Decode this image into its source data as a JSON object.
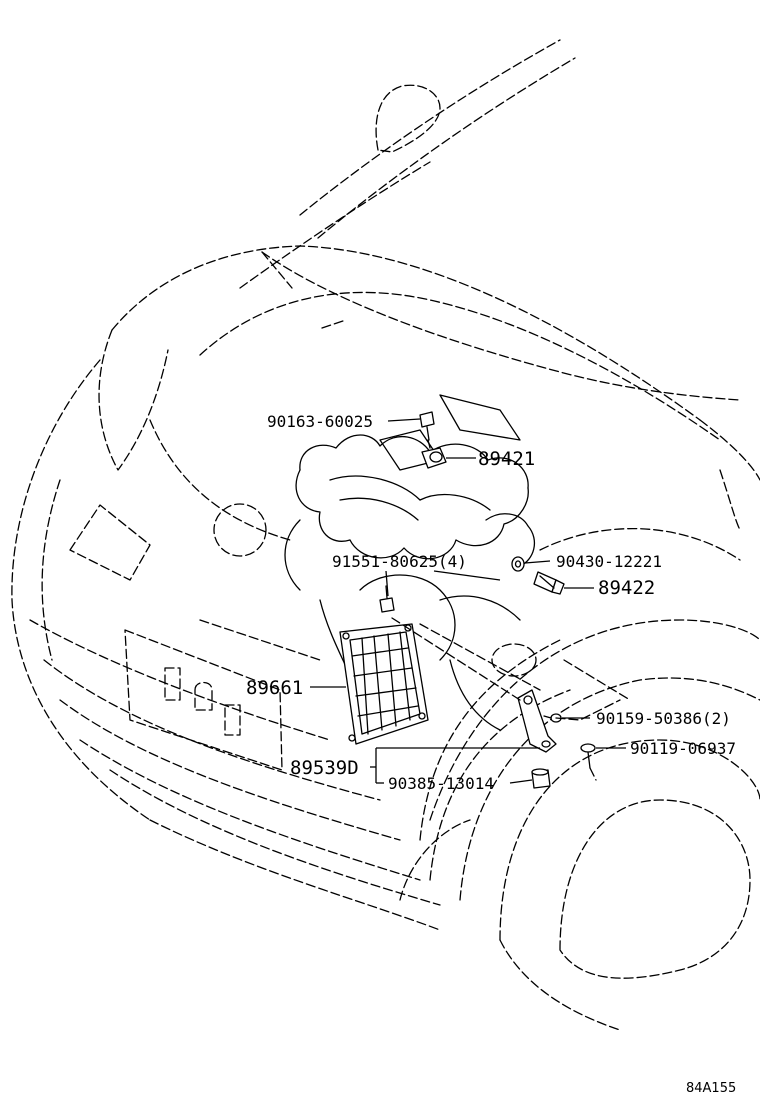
{
  "labels": {
    "p90163": "90163-60025",
    "p89421": "89421",
    "p91551": "91551-80625(4)",
    "p90430": "90430-12221",
    "p89422": "89422",
    "p89661": "89661",
    "p90159": "90159-50386(2)",
    "p90119": "90119-06937",
    "p89539D": "89539D",
    "p90385": "90385-13014"
  },
  "illustration_id": "84A155"
}
